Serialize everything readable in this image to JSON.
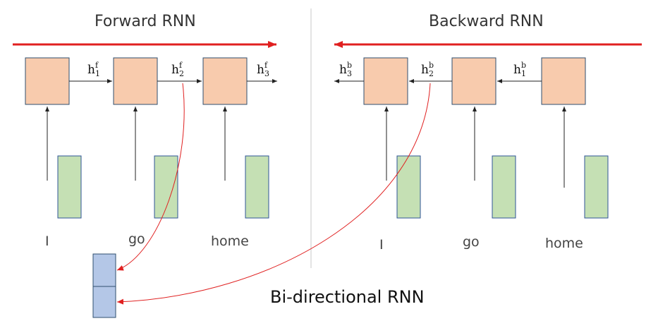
{
  "forward": {
    "title": "Forward RNN",
    "words": [
      "I",
      "go",
      "home"
    ],
    "hidden": [
      {
        "base": "h",
        "sup": "f",
        "sub": "1"
      },
      {
        "base": "h",
        "sup": "f",
        "sub": "2"
      },
      {
        "base": "h",
        "sup": "f",
        "sub": "3"
      }
    ]
  },
  "backward": {
    "title": "Backward RNN",
    "words": [
      "I",
      "go",
      "home"
    ],
    "hidden": [
      {
        "base": "h",
        "sup": "b",
        "sub": "3"
      },
      {
        "base": "h",
        "sup": "b",
        "sub": "2"
      },
      {
        "base": "h",
        "sup": "b",
        "sub": "1"
      }
    ]
  },
  "caption": "Bi-directional RNN",
  "colors": {
    "rnn_cell": "#F8CBAD",
    "rnn_cell_border": "#2F4F6F",
    "embedding": "#C5E0B4",
    "embedding_border": "#2F5597",
    "concat": "#B4C7E7",
    "direction_arrow": "#E02020",
    "link_arrow": "#E02020",
    "divider": "#C8C8C8"
  }
}
